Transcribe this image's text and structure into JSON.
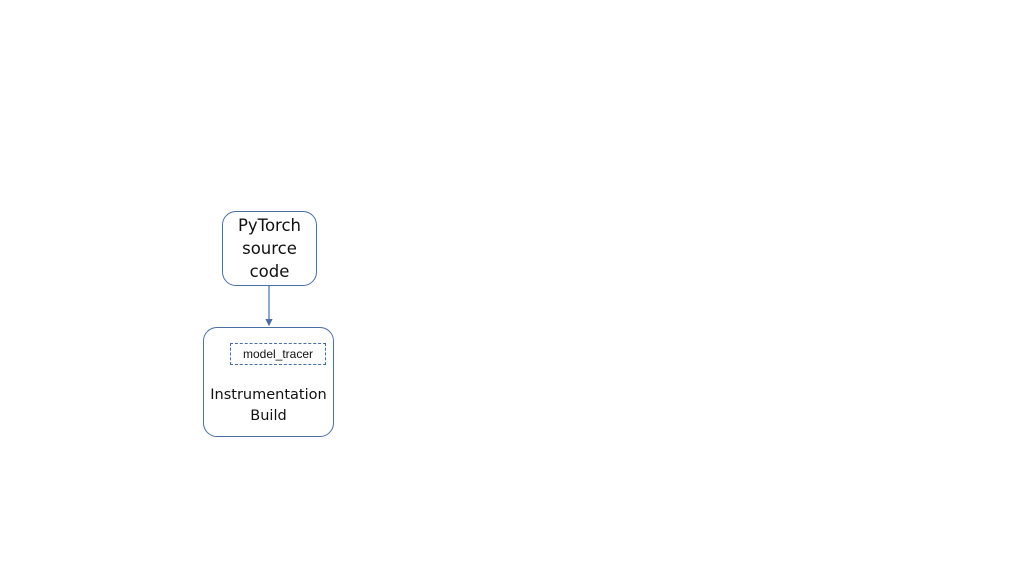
{
  "diagram": {
    "nodes": {
      "source": {
        "label": "PyTorch source code"
      },
      "build": {
        "label_line1": "Instrumentation",
        "label_line2": "Build"
      },
      "tracer": {
        "label": "model_tracer"
      }
    },
    "edges": [
      {
        "from": "source",
        "to": "build"
      }
    ],
    "colors": {
      "border": "#4a6fa5",
      "text": "#111111",
      "background": "#ffffff"
    }
  }
}
